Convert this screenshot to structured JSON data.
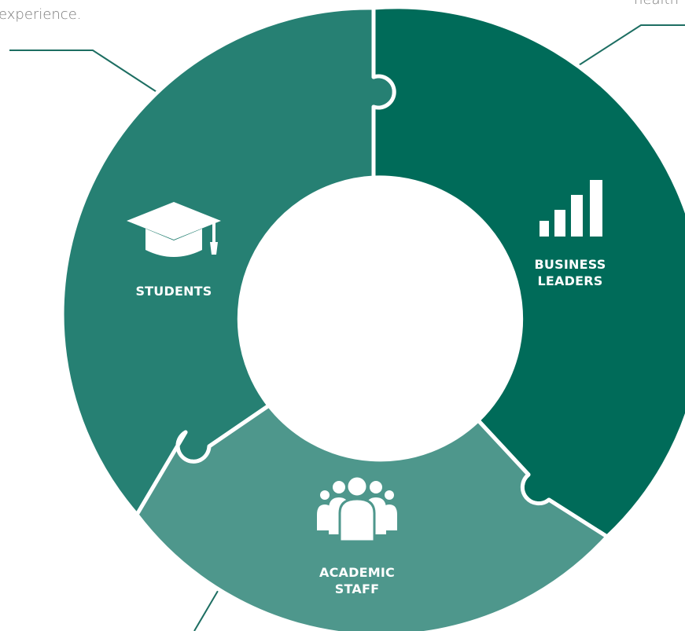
{
  "captions": {
    "top_left": "experience.",
    "top_right": "health"
  },
  "segments": {
    "students": {
      "label": "STUDENTS",
      "icon": "graduation-cap-icon",
      "color": "#268073"
    },
    "business_leaders": {
      "label_line1": "BUSINESS",
      "label_line2": "LEADERS",
      "icon": "bar-chart-icon",
      "color": "#006b59"
    },
    "academic_staff": {
      "label_line1": "ACADEMIC",
      "label_line2": "STAFF",
      "icon": "people-group-icon",
      "color": "#4e978c"
    }
  },
  "colors": {
    "connector": "#1d6e62",
    "caption": "#7a7a7a",
    "background": "#ffffff"
  }
}
